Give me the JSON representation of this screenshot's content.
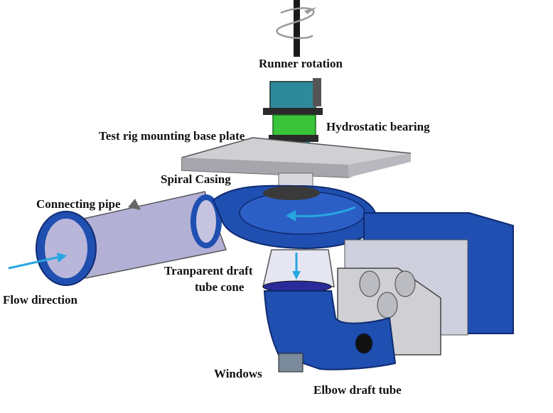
{
  "labels": {
    "runner_rotation": "Runner rotation",
    "hydrostatic_bearing": "Hydrostatic bearing",
    "base_plate": "Test rig mounting base plate",
    "spiral_casing": "Spiral Casing",
    "connecting_pipe": "Connecting pipe",
    "draft_tube_cone_line1": "Tranparent draft",
    "draft_tube_cone_line2": "tube cone",
    "flow_direction": "Flow direction",
    "windows": "Windows",
    "elbow_draft_tube": "Elbow draft tube"
  },
  "colors": {
    "casing_blue": "#1f4fb0",
    "pipe_lavender": "#b3b0d6",
    "bearing_green": "#39c43a",
    "flow_arrow": "#27a6e0",
    "rotation_gray": "#9a9a9a",
    "plate_gray": "#cfcfd4"
  }
}
